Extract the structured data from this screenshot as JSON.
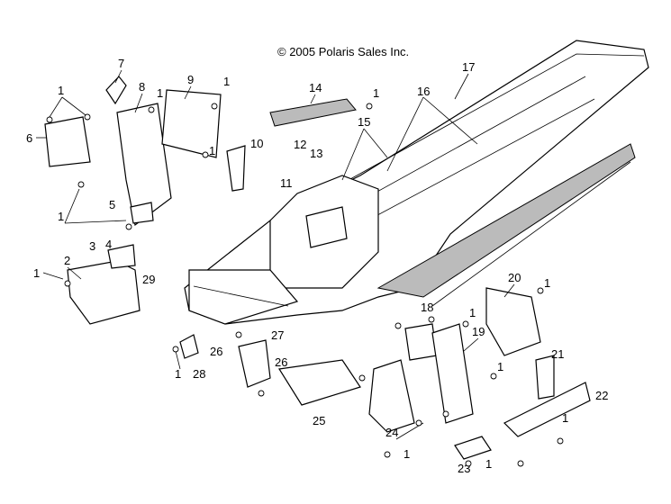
{
  "copyright": "© 2005 Polaris Sales Inc.",
  "callouts": [
    "1",
    "2",
    "3",
    "4",
    "5",
    "6",
    "7",
    "8",
    "9",
    "10",
    "11",
    "12",
    "13",
    "14",
    "15",
    "16",
    "17",
    "18",
    "19",
    "20",
    "21",
    "22",
    "23",
    "24",
    "25",
    "26",
    "27",
    "28",
    "29"
  ]
}
